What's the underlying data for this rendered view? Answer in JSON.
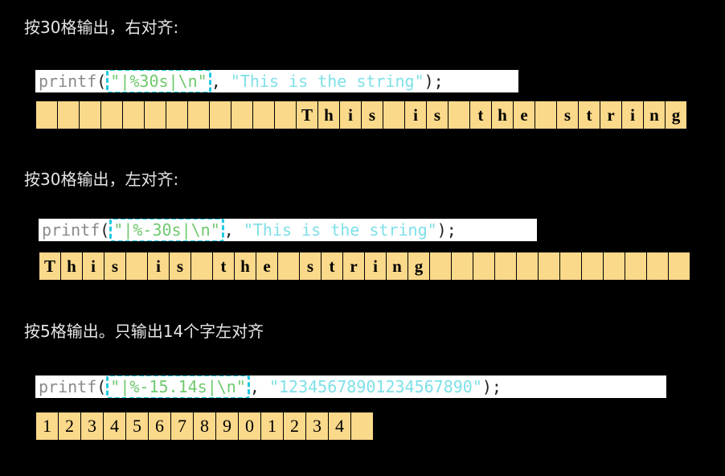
{
  "sections": [
    {
      "heading": "按30格输出，右对齐:",
      "code": {
        "fn": "printf",
        "open": "(",
        "fmt": "\"|%30s|\\n\"",
        "sep": ", ",
        "arg": "\"This is the string\"",
        "close": ");"
      },
      "cells": [
        "",
        "",
        "",
        "",
        "",
        "",
        "",
        "",
        "",
        "",
        "",
        "",
        "T",
        "h",
        "i",
        "s",
        "",
        "i",
        "s",
        "",
        "t",
        "h",
        "e",
        "",
        "s",
        "t",
        "r",
        "i",
        "n",
        "g"
      ]
    },
    {
      "heading": "按30格输出，左对齐:",
      "code": {
        "fn": "printf",
        "open": "(",
        "fmt": "\"|%-30s|\\n\"",
        "sep": ", ",
        "arg": "\"This is the string\"",
        "close": ");"
      },
      "cells": [
        "T",
        "h",
        "i",
        "s",
        "",
        "i",
        "s",
        "",
        "t",
        "h",
        "e",
        "",
        "s",
        "t",
        "r",
        "i",
        "n",
        "g",
        "",
        "",
        "",
        "",
        "",
        "",
        "",
        "",
        "",
        "",
        "",
        ""
      ]
    },
    {
      "heading": "按5格输出。只输出14个字左对齐",
      "code": {
        "fn": "printf",
        "open": "(",
        "fmt": "\"|%-15.14s|\\n\"",
        "sep": ", ",
        "arg": "\"12345678901234567890\"",
        "close": ");"
      },
      "cells": [
        "1",
        "2",
        "3",
        "4",
        "5",
        "6",
        "7",
        "8",
        "9",
        "0",
        "1",
        "2",
        "3",
        "4",
        ""
      ]
    }
  ]
}
